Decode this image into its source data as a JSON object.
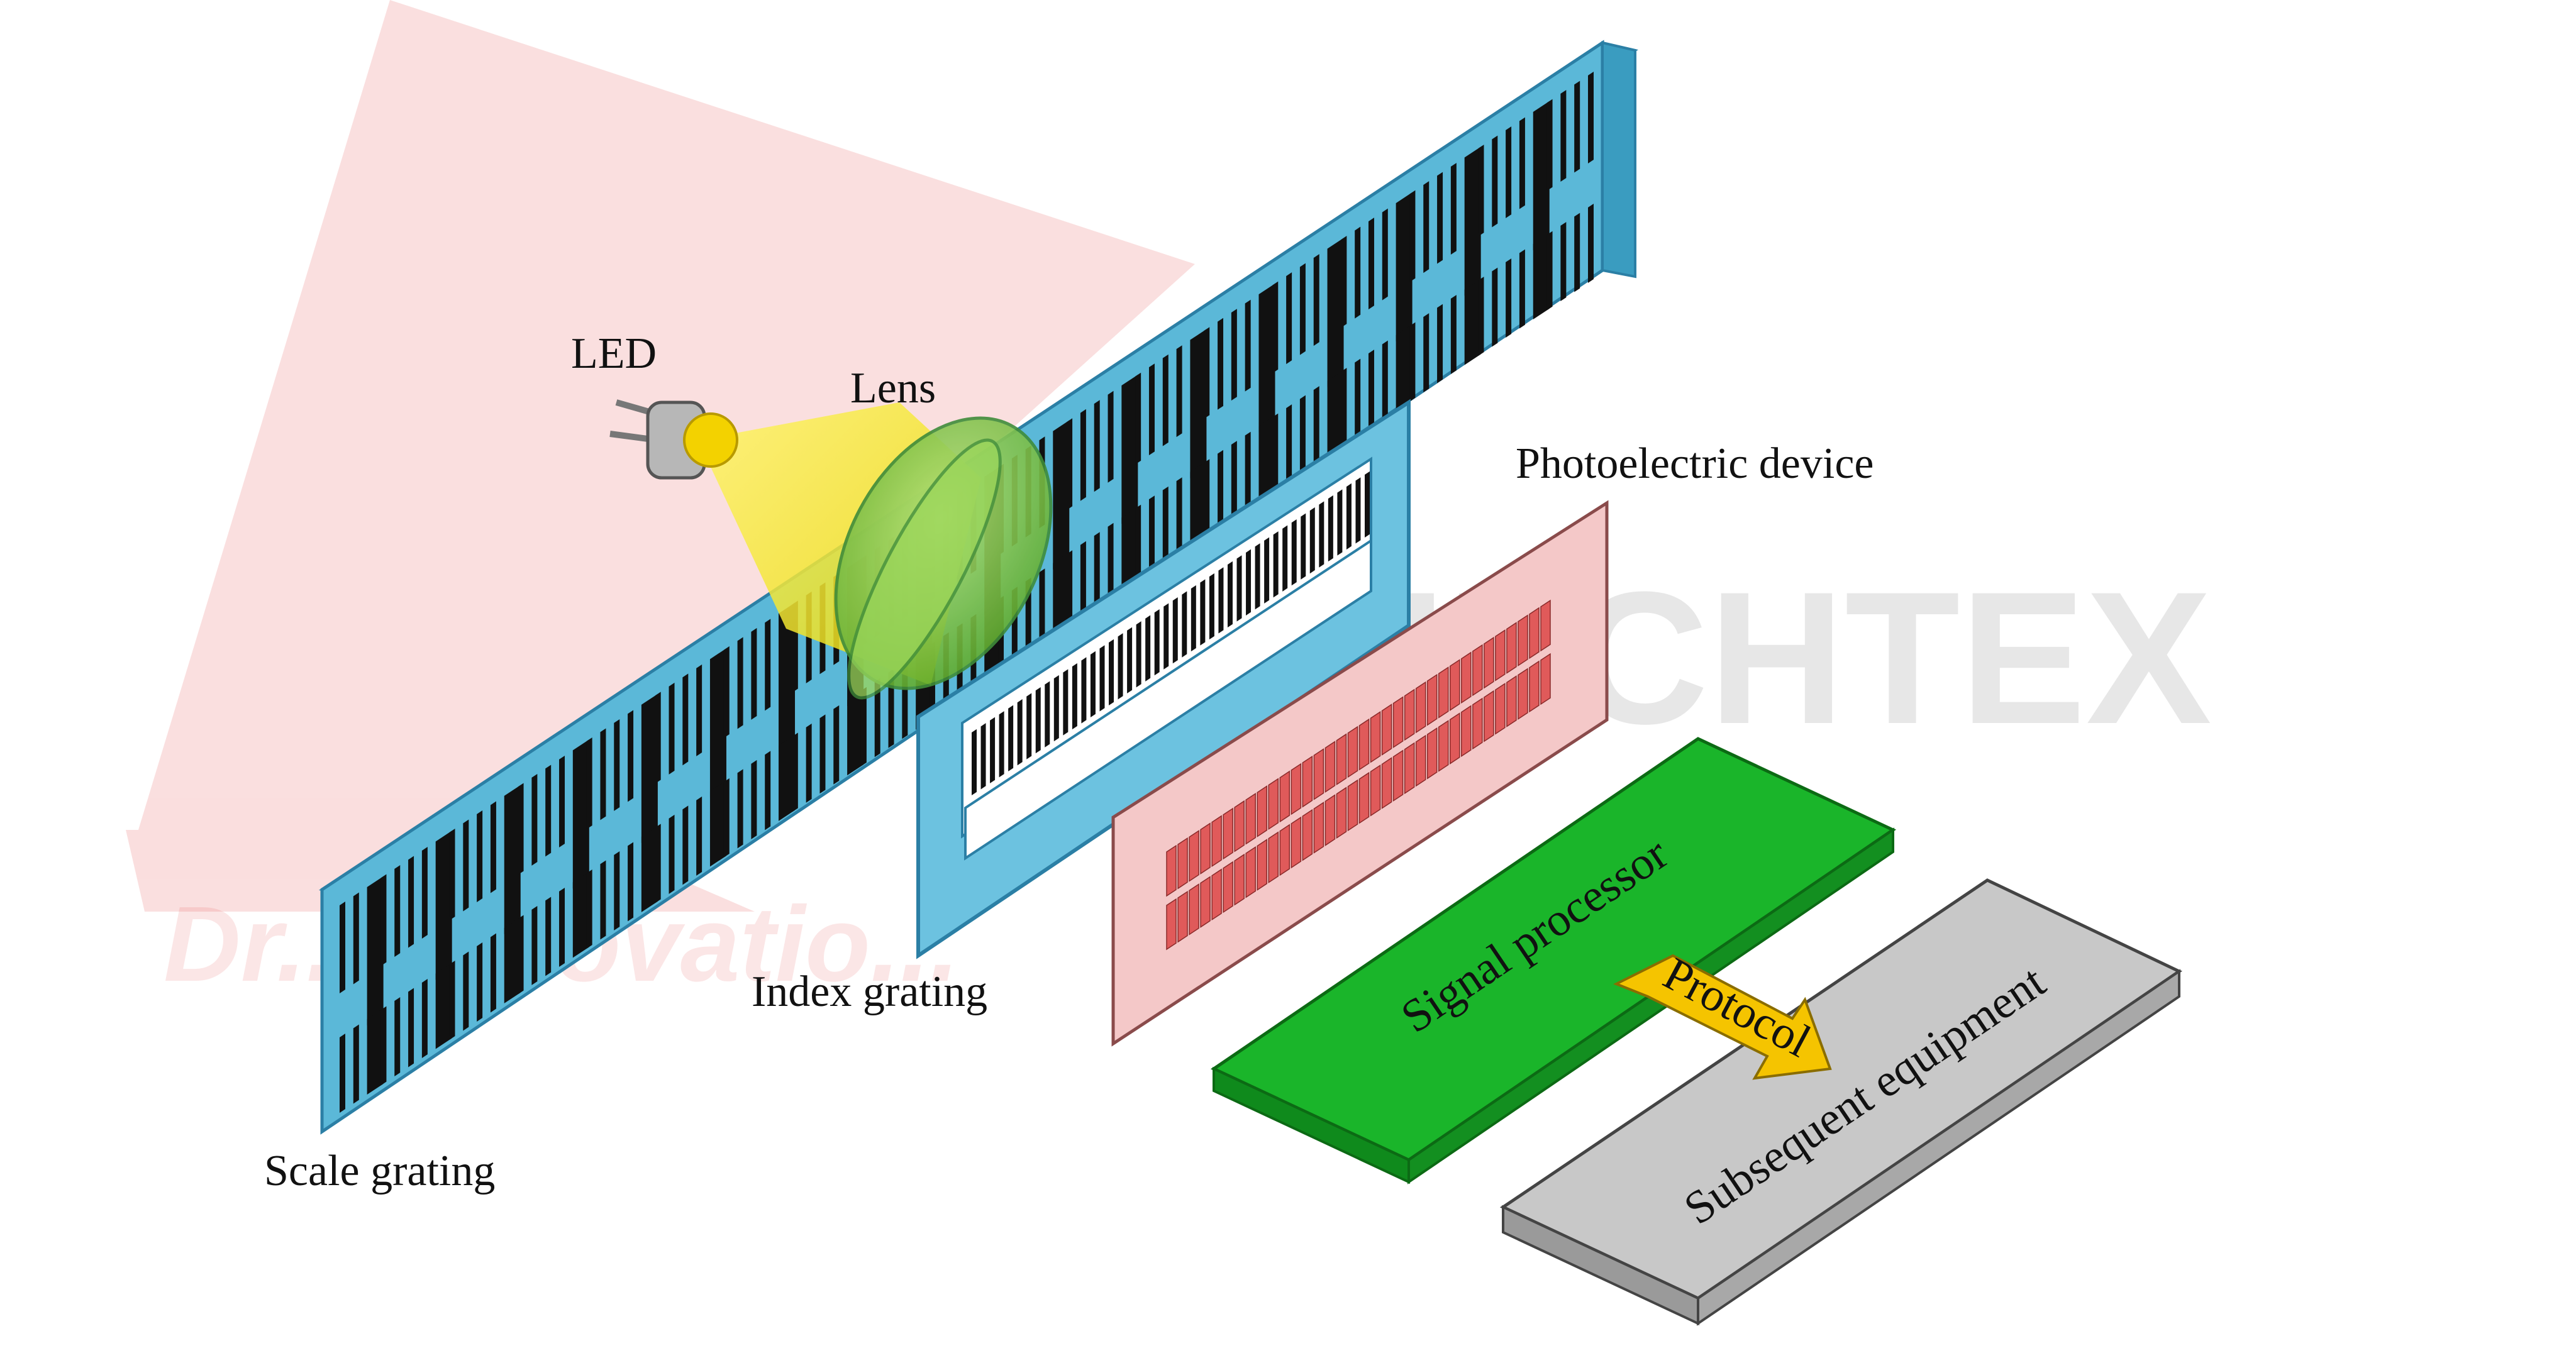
{
  "watermark": {
    "brand": "MECHTEX",
    "tagline": "Dr... Innovatio..."
  },
  "labels": {
    "led": "LED",
    "lens": "Lens",
    "photoelectric": "Photoelectric device",
    "index_grating": "Index grating",
    "scale_grating": "Scale grating",
    "signal_processor": "Signal processor",
    "subsequent_equipment": "Subsequent equipment",
    "protocol": "Protocol"
  },
  "colors": {
    "scale_grating": "#5bb8d8",
    "grating_lines": "#111111",
    "light_cone": "#f2e600",
    "lens": "#7ccc3c",
    "photoelectric_panel": "#f4c8c8",
    "photo_cells": "#e05a5a",
    "signal_processor": "#1ab52a",
    "subsequent_equipment": "#c8c8c8",
    "protocol_arrow": "#f5c400"
  }
}
